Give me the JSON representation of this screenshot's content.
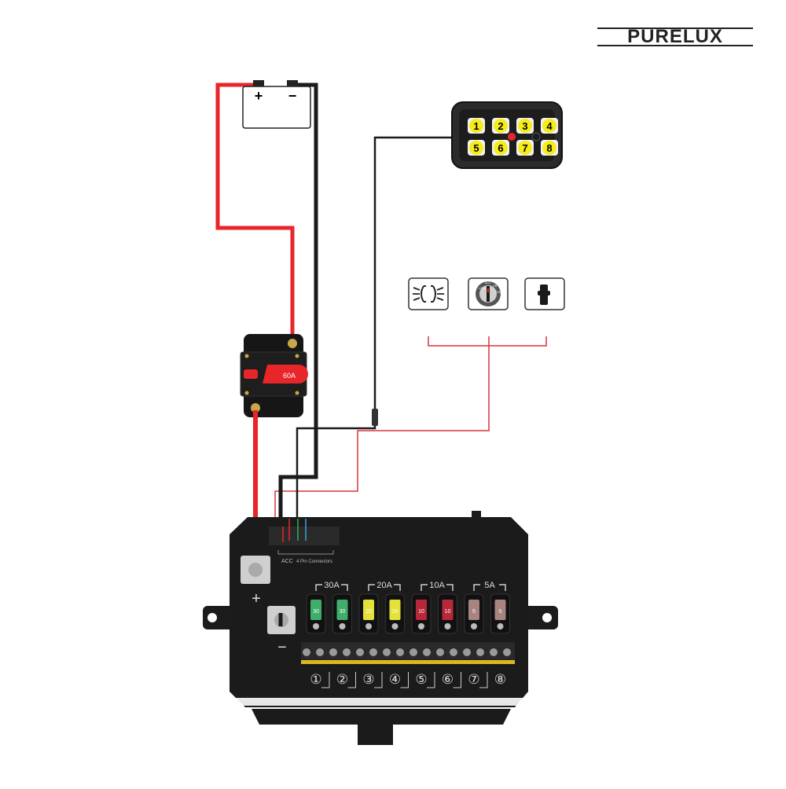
{
  "brand": {
    "logo": "PURELUX"
  },
  "battery": {
    "positive": "+",
    "negative": "−"
  },
  "breaker": {
    "rating": "60A"
  },
  "switch_panel": {
    "buttons": [
      "1",
      "2",
      "3",
      "4",
      "5",
      "6",
      "7",
      "8"
    ]
  },
  "inputs": {
    "icons": [
      "headlight-icon",
      "ignition-key-icon",
      "cigarette-lighter-icon"
    ],
    "key_positions": [
      "LOCK",
      "ACC",
      "ON",
      "START"
    ]
  },
  "controller": {
    "acc_label": "ACC",
    "connector_label": "4 Pin Connectors",
    "positive_terminal": "+",
    "negative_terminal": "−",
    "fuse_groups": [
      "30A",
      "20A",
      "10A",
      "5A"
    ],
    "fuses": [
      {
        "label": "30",
        "color": "#3fae6a"
      },
      {
        "label": "30",
        "color": "#3fae6a"
      },
      {
        "label": "20",
        "color": "#e2e23a"
      },
      {
        "label": "20",
        "color": "#e2e23a"
      },
      {
        "label": "10",
        "color": "#b8283a"
      },
      {
        "label": "10",
        "color": "#b8283a"
      },
      {
        "label": "5",
        "color": "#a88480"
      },
      {
        "label": "5",
        "color": "#a88480"
      }
    ],
    "outputs": [
      "①",
      "②",
      "③",
      "④",
      "⑤",
      "⑥",
      "⑦",
      "⑧"
    ]
  },
  "colors": {
    "red_wire": "#e8262a",
    "black_wire": "#1a1a1a",
    "signal_wire": "#d8343a",
    "button": "#f5ec19"
  }
}
